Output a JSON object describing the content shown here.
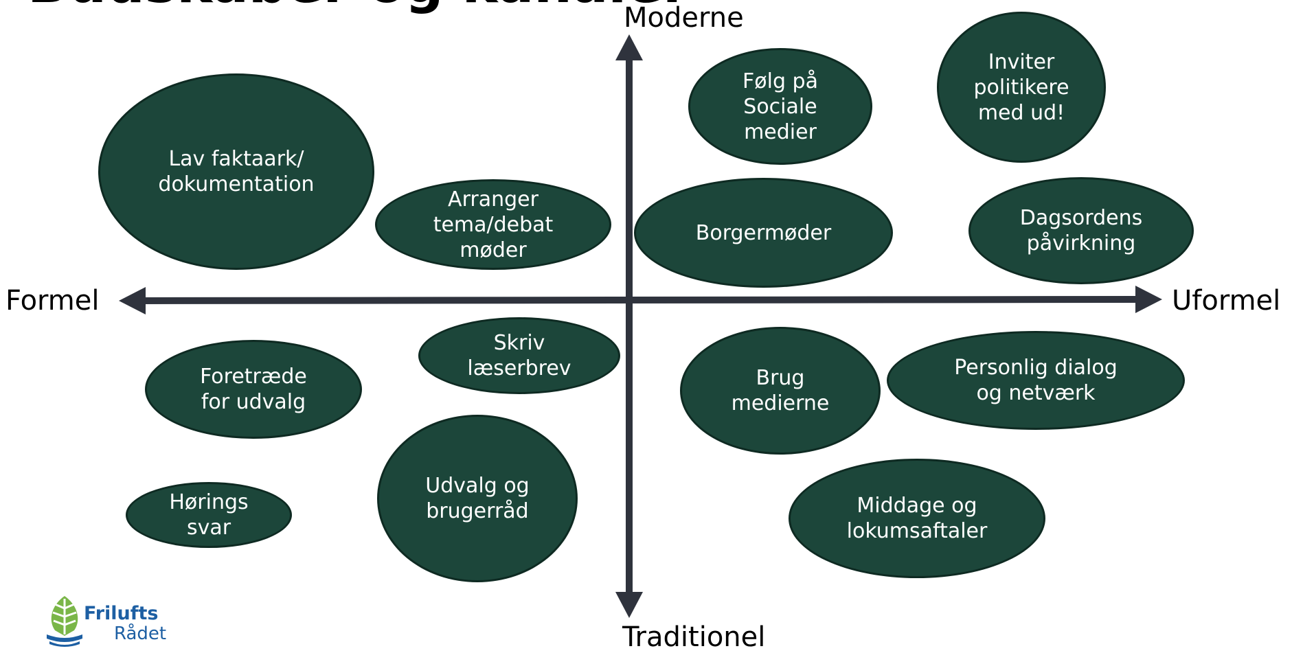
{
  "title": "Budskaber og kanaler",
  "axes": {
    "top": "Moderne",
    "bottom": "Traditionel",
    "left": "Formel",
    "right": "Uformel"
  },
  "bubbles": {
    "lav_faktaark": "Lav faktaark/\ndokumentation",
    "arranger_tema": "Arranger\ntema/debat\nmøder",
    "foelg_sociale": "Følg på\nSociale\nmedier",
    "inviter_politikere": "Inviter\npolitikere\nmed ud!",
    "borgermoeder": "Borgermøder",
    "dagsordens": "Dagsordens\npåvirkning",
    "foretraede": "Foretræde\nfor udvalg",
    "skriv_laeserbrev": "Skriv\nlæserbrev",
    "brug_medierne": "Brug\nmedierne",
    "personlig_dialog": "Personlig dialog\nog netværk",
    "horings_svar": "Hørings\nsvar",
    "udvalg_brugerraad": "Udvalg og\nbrugerråd",
    "middage": "Middage og\nlokumsaftaler"
  },
  "logo": {
    "word1": "Frilufts",
    "word2": "Rådet"
  },
  "colors": {
    "bubble_fill": "#1c463a",
    "bubble_border": "#0e2a22",
    "axis": "#2f333d",
    "logo_blue": "#1d5fa3",
    "logo_green": "#7ab648"
  }
}
